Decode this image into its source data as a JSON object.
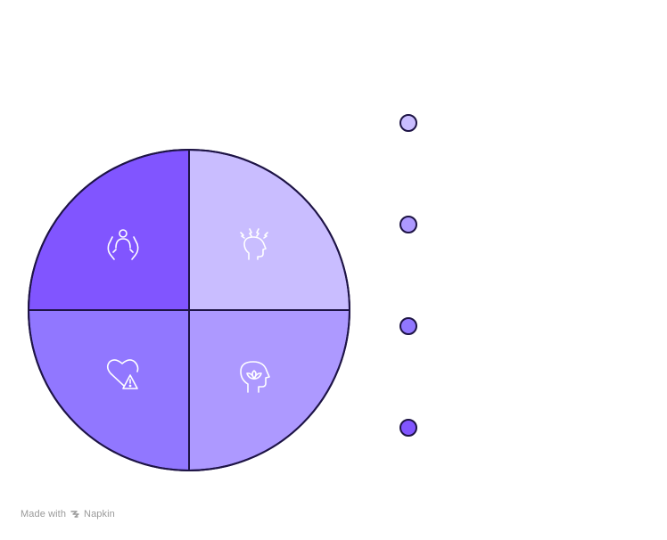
{
  "diagram": {
    "quadrants": [
      {
        "id": "top-left",
        "color": "#8155ff",
        "icon": "caregiver-hands-icon"
      },
      {
        "id": "top-right",
        "color": "#c9bdff",
        "icon": "headache-head-icon"
      },
      {
        "id": "bottom-right",
        "color": "#ad99ff",
        "icon": "mind-lotus-head-icon"
      },
      {
        "id": "bottom-left",
        "color": "#9177ff",
        "icon": "heart-warning-icon"
      }
    ],
    "legend_markers": [
      {
        "color": "#c9bdff"
      },
      {
        "color": "#ad99ff"
      },
      {
        "color": "#9177ff"
      },
      {
        "color": "#8155ff"
      }
    ],
    "outline_color": "#1e1446"
  },
  "watermark": {
    "made_with": "Made with",
    "brand": "Napkin"
  }
}
